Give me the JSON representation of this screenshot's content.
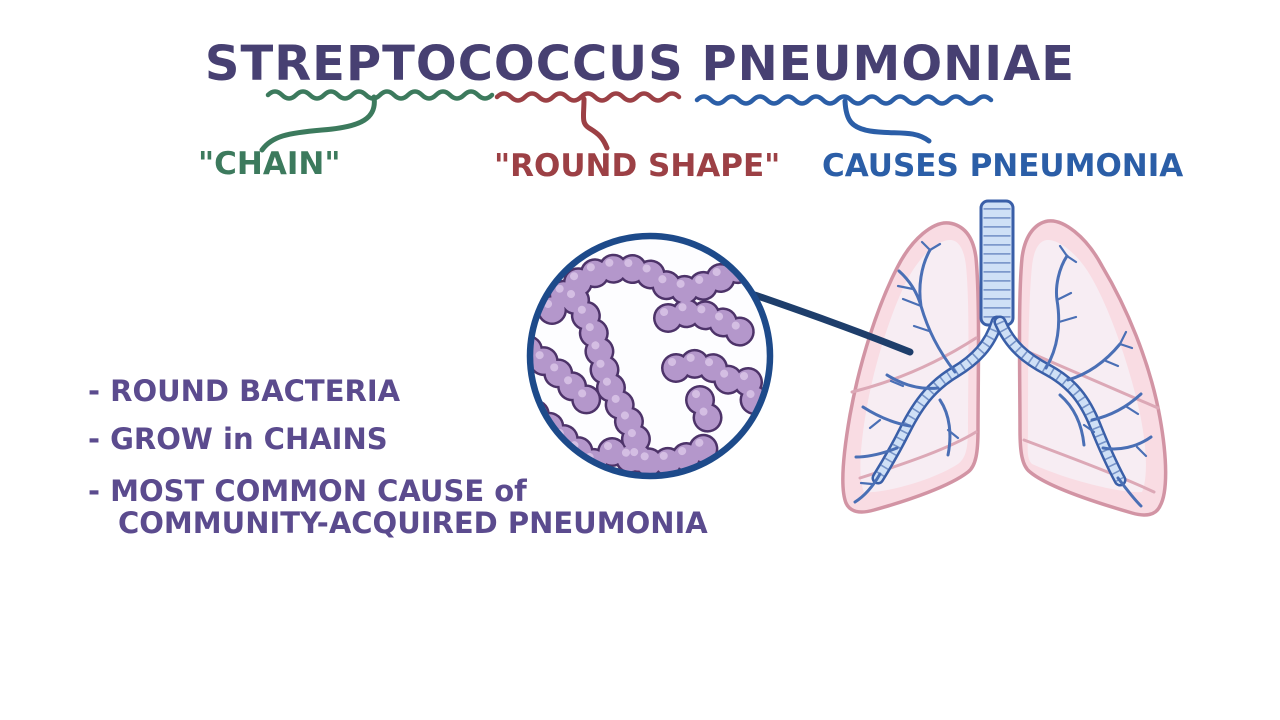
{
  "title": "STREPTOCOCCUS PNEUMONIAE",
  "annotations": {
    "chain": {
      "label": "\"CHAIN\""
    },
    "round_shape": {
      "label": "\"ROUND SHAPE\""
    },
    "causes_pneumonia": {
      "label": "CAUSES PNEUMONIA"
    }
  },
  "facts": [
    "- ROUND BACTERIA",
    "- GROW in CHAINS",
    "- MOST COMMON CAUSE of",
    "COMMUNITY-ACQUIRED PNEUMONIA"
  ],
  "icons": {
    "magnifier_circle": "zoomed-view-of-streptococcus-chains",
    "lungs": "human-lungs-with-bronchial-tree"
  },
  "colors": {
    "background": "#ffffff",
    "title": "#474072",
    "green": "#3c7a5d",
    "red": "#9c4045",
    "blue": "#2b5ea7",
    "navy": "#1d4a8a",
    "link": "#1e3e6b",
    "ink": "#5b4b8e",
    "germ": "#b497cb",
    "germhi": "#d7c2e6",
    "germline": "#4d3369",
    "lungfill": "#f9dce3",
    "lungline": "#d294a4",
    "lunginner": "#f7edf3",
    "fissure": "#dca8b6",
    "airway": "#3a5fa8",
    "airwayfill": "#cfe0f6",
    "branch": "#4a6fb5",
    "lens": "#fdfdff"
  }
}
